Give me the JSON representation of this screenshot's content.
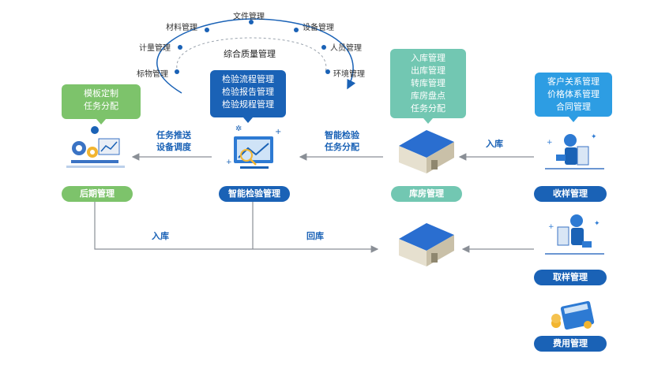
{
  "cycle": {
    "title": "综合质量管理",
    "items": [
      "文件管理",
      "材料管理",
      "设备管理",
      "计量管理",
      "人员管理",
      "标物管理",
      "环境管理"
    ]
  },
  "inspection_box": {
    "lines": [
      "检验流程管理",
      "检验报告管理",
      "检验规程管理"
    ]
  },
  "template_box": {
    "lines": [
      "模板定制",
      "任务分配"
    ]
  },
  "warehouse_box": {
    "lines": [
      "入库管理",
      "出库管理",
      "转库管理",
      "库房盘点",
      "任务分配"
    ]
  },
  "crm_box": {
    "lines": [
      "客户关系管理",
      "价格体系管理",
      "合同管理"
    ]
  },
  "flows": {
    "push": [
      "任务推送",
      "设备调度"
    ],
    "smart": [
      "智能检验",
      "任务分配"
    ],
    "storein_top": "入库",
    "storein_bottom": "入库",
    "return": "回库"
  },
  "modules": {
    "post": "后期管理",
    "smart_inspection": "智能检验管理",
    "warehouse": "库房管理",
    "receive": "收样管理",
    "take": "取样管理",
    "fee": "费用管理"
  },
  "colors": {
    "green": "#7dc36b",
    "blue": "#1a62b6",
    "teal": "#72c7b2",
    "sky": "#2d9de3",
    "line": "#8a8f96"
  }
}
